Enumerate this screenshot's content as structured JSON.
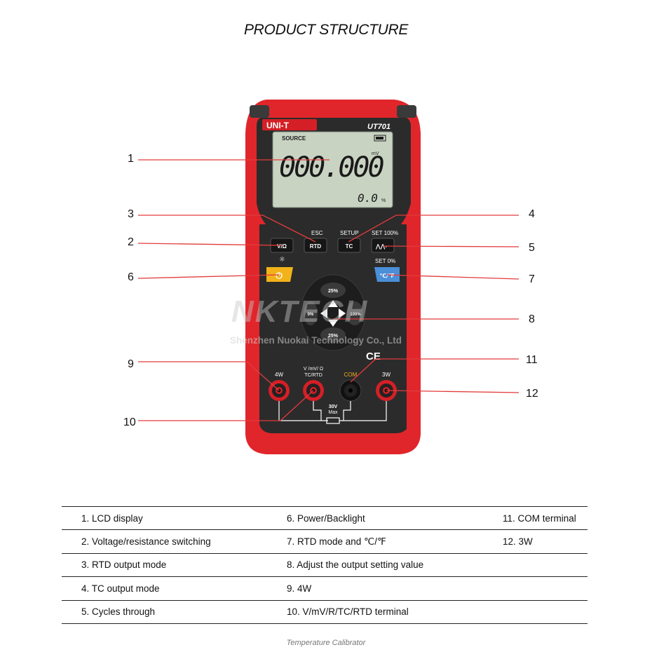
{
  "title": "PRODUCT STRUCTURE",
  "caption": "Temperature Calibrator",
  "watermark": {
    "brand": "NKTECH",
    "company": "Shenzhen Nuokai Technology Co., Ltd"
  },
  "device": {
    "brand": "UNI-T",
    "model": "UT701",
    "lcd": {
      "mode": "SOURCE",
      "main_reading": "000.000",
      "main_unit": "mV",
      "sub_reading": "0.0",
      "sub_unit": "%"
    },
    "key_labels": {
      "esc": "ESC",
      "setup": "SETUP",
      "set100": "SET 100%",
      "set0": "SET 0%",
      "backlight": "☼"
    },
    "buttons": {
      "vohm": "V/Ω",
      "rtd": "RTD",
      "tc": "TC",
      "cycle": "⋀⋀⌐",
      "power": "⏻",
      "cf": "℃/℉",
      "up": "25%",
      "down": "25%",
      "left": "0%",
      "right": "100%"
    },
    "terminals": {
      "t4w": "4W",
      "vmv_line1": "V /mV/ Ω",
      "vmv_line2": "TC/RTD",
      "com": "COM",
      "t3w": "3W",
      "max_line1": "30V",
      "max_line2": "Max"
    },
    "ce_mark": "CE"
  },
  "callouts": [
    "1",
    "2",
    "3",
    "4",
    "5",
    "6",
    "7",
    "8",
    "9",
    "10",
    "11",
    "12"
  ],
  "legend": [
    [
      "1. LCD display",
      "6. Power/Backlight",
      "11. COM terminal"
    ],
    [
      "2. Voltage/resistance switching",
      "7. RTD mode and ℃/℉",
      "12. 3W"
    ],
    [
      "3. RTD output mode",
      "8. Adjust the output setting value",
      ""
    ],
    [
      "4. TC output mode",
      "9. 4W",
      ""
    ],
    [
      "5. Cycles through",
      "10. V/mV/R/TC/RTD terminal",
      ""
    ]
  ],
  "colors": {
    "case_red": "#e0262b",
    "panel_dark": "#2b2b2b",
    "lcd_green": "#c9d3c2",
    "power_yellow": "#f2b21a",
    "cf_blue": "#4a8fd8",
    "callout_line": "#e33b3b"
  }
}
